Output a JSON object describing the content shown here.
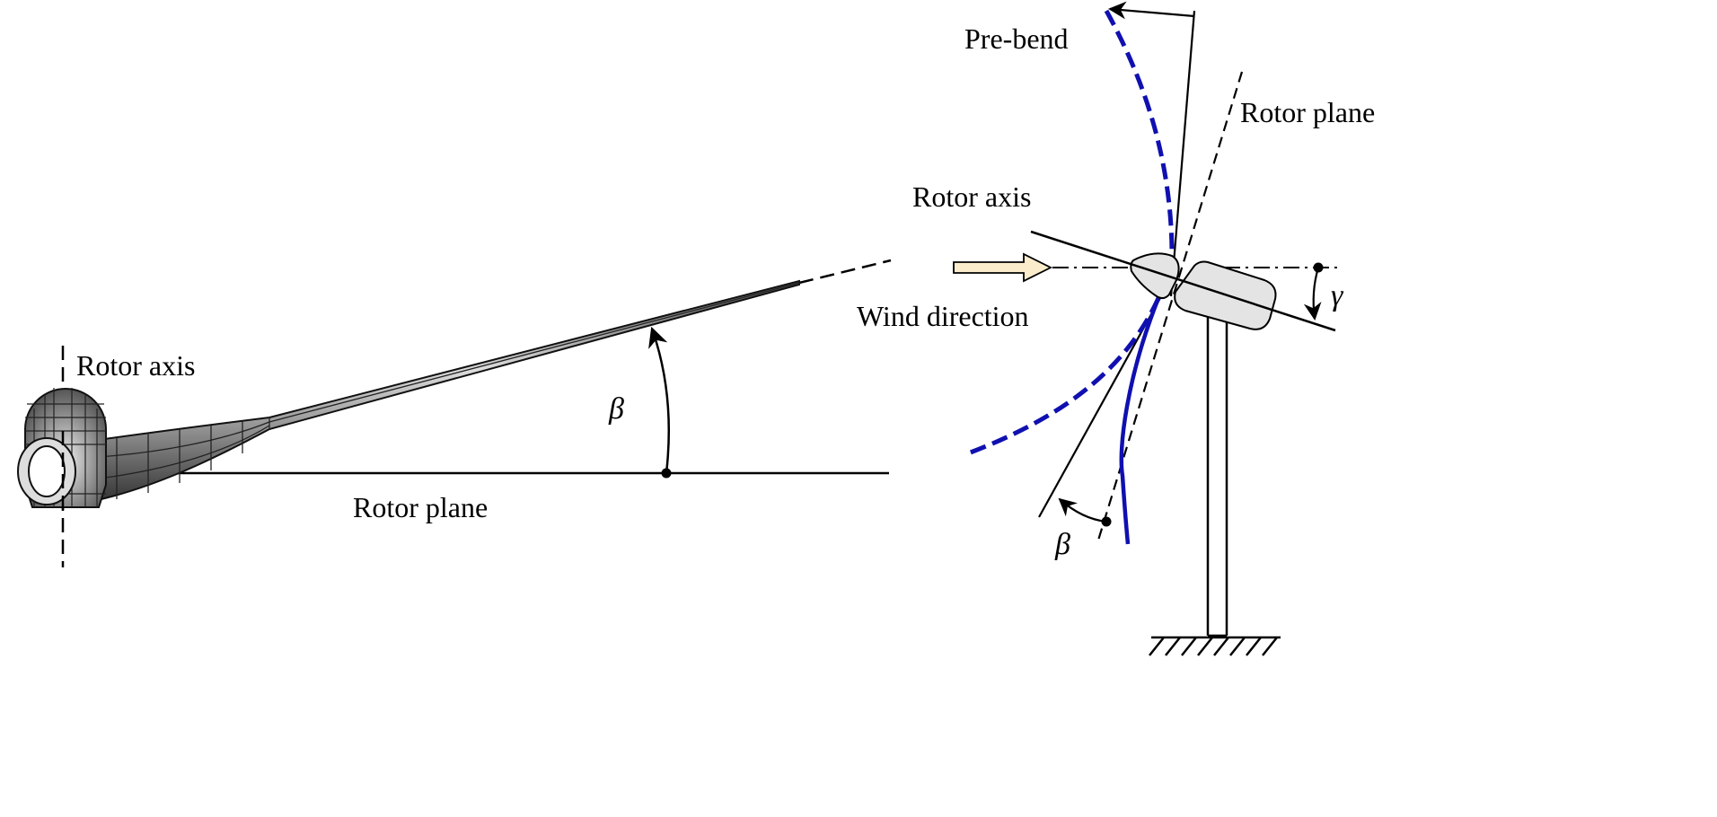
{
  "left_view": {
    "rotor_axis_label": "Rotor axis",
    "rotor_plane_label": "Rotor plane",
    "angle_label": "β"
  },
  "right_view": {
    "pre_bend_label": "Pre-bend",
    "rotor_plane_label": "Rotor plane",
    "rotor_axis_label": "Rotor axis",
    "wind_direction_label": "Wind direction",
    "tilt_label": "γ",
    "cone_label": "β"
  },
  "colors": {
    "blade_blue": "#1010b0",
    "wind_arrow_fill": "#fbeccb",
    "nacelle_fill": "#e4e4e4"
  }
}
